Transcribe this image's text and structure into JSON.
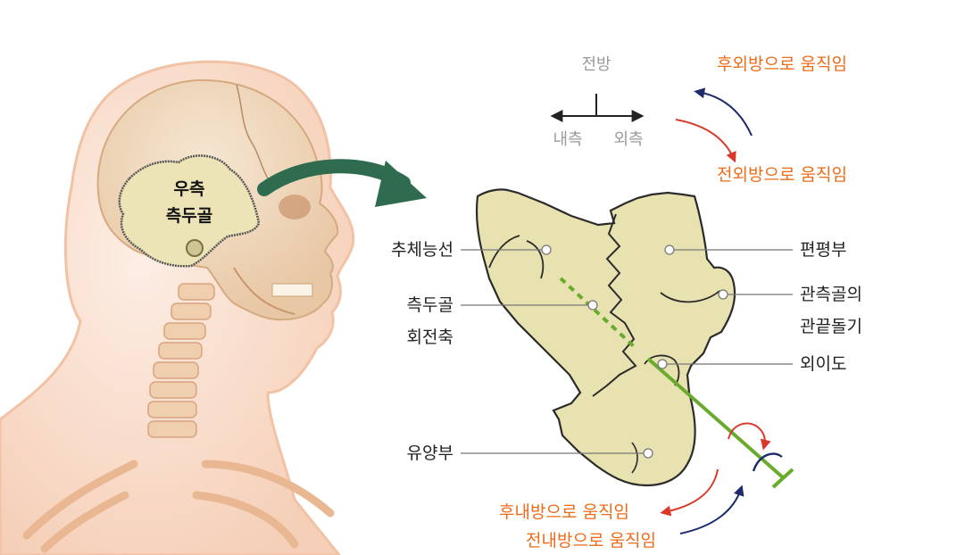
{
  "colors": {
    "bone_fill": "#e8e2b0",
    "bone_outline": "#2b2b2b",
    "skin": "#f7d9c4",
    "skull": "#f3dcc2",
    "accent_orange": "#ee6b1a",
    "axis_green": "#6aab2e",
    "arrow_green": "#2e6b4f",
    "arrow_navy": "#1d2b6b",
    "arrow_red": "#d9382b"
  },
  "skull_label": {
    "line1": "우측",
    "line2": "측두골"
  },
  "orientation": {
    "front": "전방",
    "medial": "내측",
    "lateral": "외측"
  },
  "movements": {
    "posterolateral": "후외방으로 움직임",
    "anterolateral": "전외방으로 움직임",
    "posteromedial": "후내방으로 움직임",
    "anteromedial": "전내방으로 움직임"
  },
  "labels": {
    "sutural_line": "추체능선",
    "rotation_axis_1": "측두골",
    "rotation_axis_2": "회전축",
    "mastoid": "유양부",
    "squama": "편평부",
    "zygomatic_1": "관측골의",
    "zygomatic_2": "관끝돌기",
    "ear_canal": "외이도"
  },
  "icons": [
    "head-illustration",
    "curved-arrow-icon",
    "double-arrow-icon",
    "rotation-arrow-icon"
  ]
}
